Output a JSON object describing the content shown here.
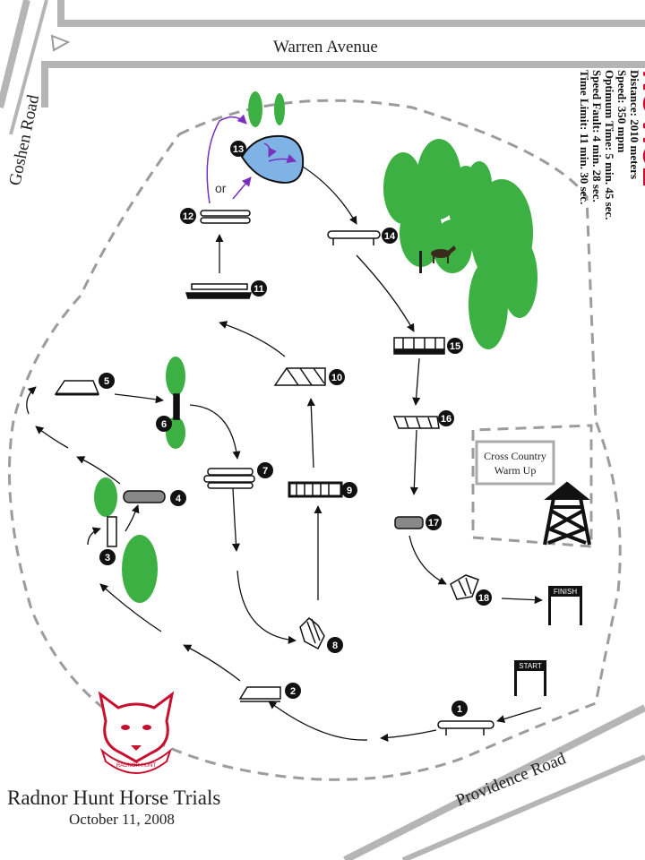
{
  "roads": {
    "warren": "Warren Avenue",
    "goshen": "Goshen Road",
    "providence": "Providence Road"
  },
  "course": {
    "level": "NOVICE",
    "info": [
      "Distance:  2010 meters",
      "Speed:  350 mpm",
      "Optimum Time:  5 min. 45 sec.",
      "Speed Fault:  4 min. 28 sec.",
      "Time Limit:  11 min. 30 sec."
    ]
  },
  "warm_up": {
    "line1": "Cross Country",
    "line2": "Warm Up"
  },
  "start_label": "START",
  "finish_label": "FINISH",
  "or_label": "or",
  "fences": [
    "1",
    "2",
    "3",
    "4",
    "5",
    "6",
    "7",
    "8",
    "9",
    "10",
    "11",
    "12",
    "13",
    "14",
    "15",
    "16",
    "17",
    "18"
  ],
  "event": {
    "title": "Radnor Hunt Horse Trials",
    "date": "October 11, 2008"
  },
  "logo": {
    "text": "RADNOR HUNT"
  },
  "colors": {
    "title": "#c8102e",
    "trees": "#3cb043",
    "water": "#7fb3e6",
    "route_alt": "#7b2fbe",
    "logo": "#c8102e"
  }
}
